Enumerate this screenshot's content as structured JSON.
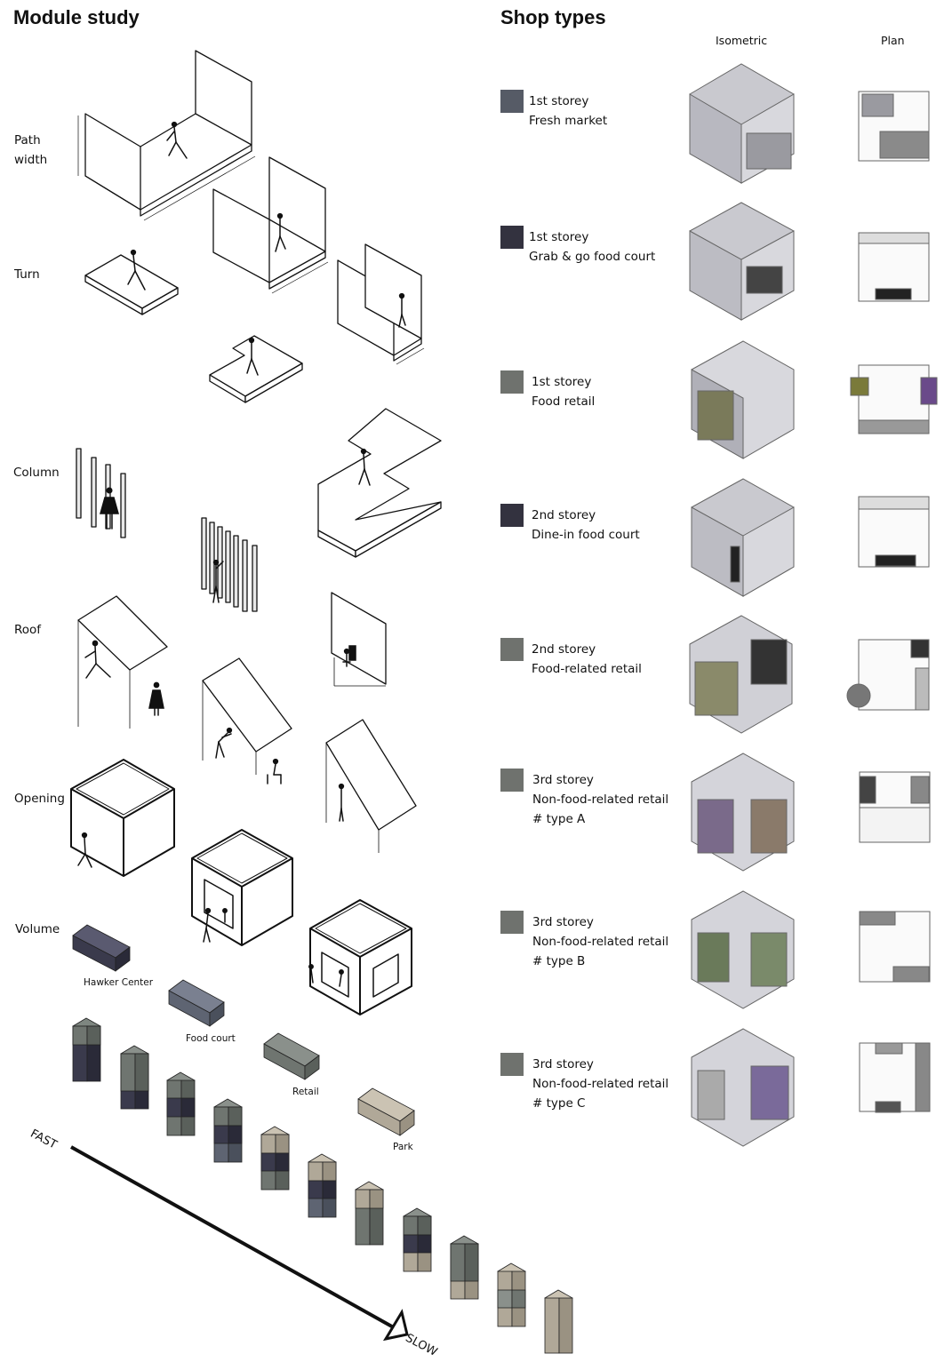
{
  "module_study": {
    "title": "Module study",
    "rows": [
      {
        "label_1": "Path",
        "label_2": "width"
      },
      {
        "label_1": "Turn"
      },
      {
        "label_1": "Column"
      },
      {
        "label_1": "Roof"
      },
      {
        "label_1": "Opening"
      },
      {
        "label_1": "Volume"
      }
    ],
    "volumes": [
      {
        "label": "Hawker Center",
        "color": "#3a3a4c"
      },
      {
        "label": "Food court",
        "color": "#5e6472"
      },
      {
        "label": "Retail",
        "color": "#6f7570"
      },
      {
        "label": "Park",
        "color": "#b0a898"
      }
    ],
    "speed": {
      "fast": "FAST",
      "slow": "SLOW"
    }
  },
  "shop_types": {
    "title": "Shop types",
    "col_isometric": "Isometric",
    "col_plan": "Plan",
    "items": [
      {
        "line1": "1st storey",
        "line2": "Fresh market",
        "line3": "",
        "color": "#565b66"
      },
      {
        "line1": "1st storey",
        "line2": "Grab & go food court",
        "line3": "",
        "color": "#33323f"
      },
      {
        "line1": "1st storey",
        "line2": "Food retail",
        "line3": "",
        "color": "#6f726e"
      },
      {
        "line1": "2nd storey",
        "line2": "Dine-in food court",
        "line3": "",
        "color": "#33323f"
      },
      {
        "line1": "2nd storey",
        "line2": "Food-related retail",
        "line3": "",
        "color": "#6f726e"
      },
      {
        "line1": "3rd storey",
        "line2": "Non-food-related retail",
        "line3": "# type A",
        "color": "#6f726e"
      },
      {
        "line1": "3rd storey",
        "line2": "Non-food-related retail",
        "line3": "# type B",
        "color": "#6f726e"
      },
      {
        "line1": "3rd storey",
        "line2": "Non-food-related retail",
        "line3": "# type C",
        "color": "#6f726e"
      }
    ]
  }
}
